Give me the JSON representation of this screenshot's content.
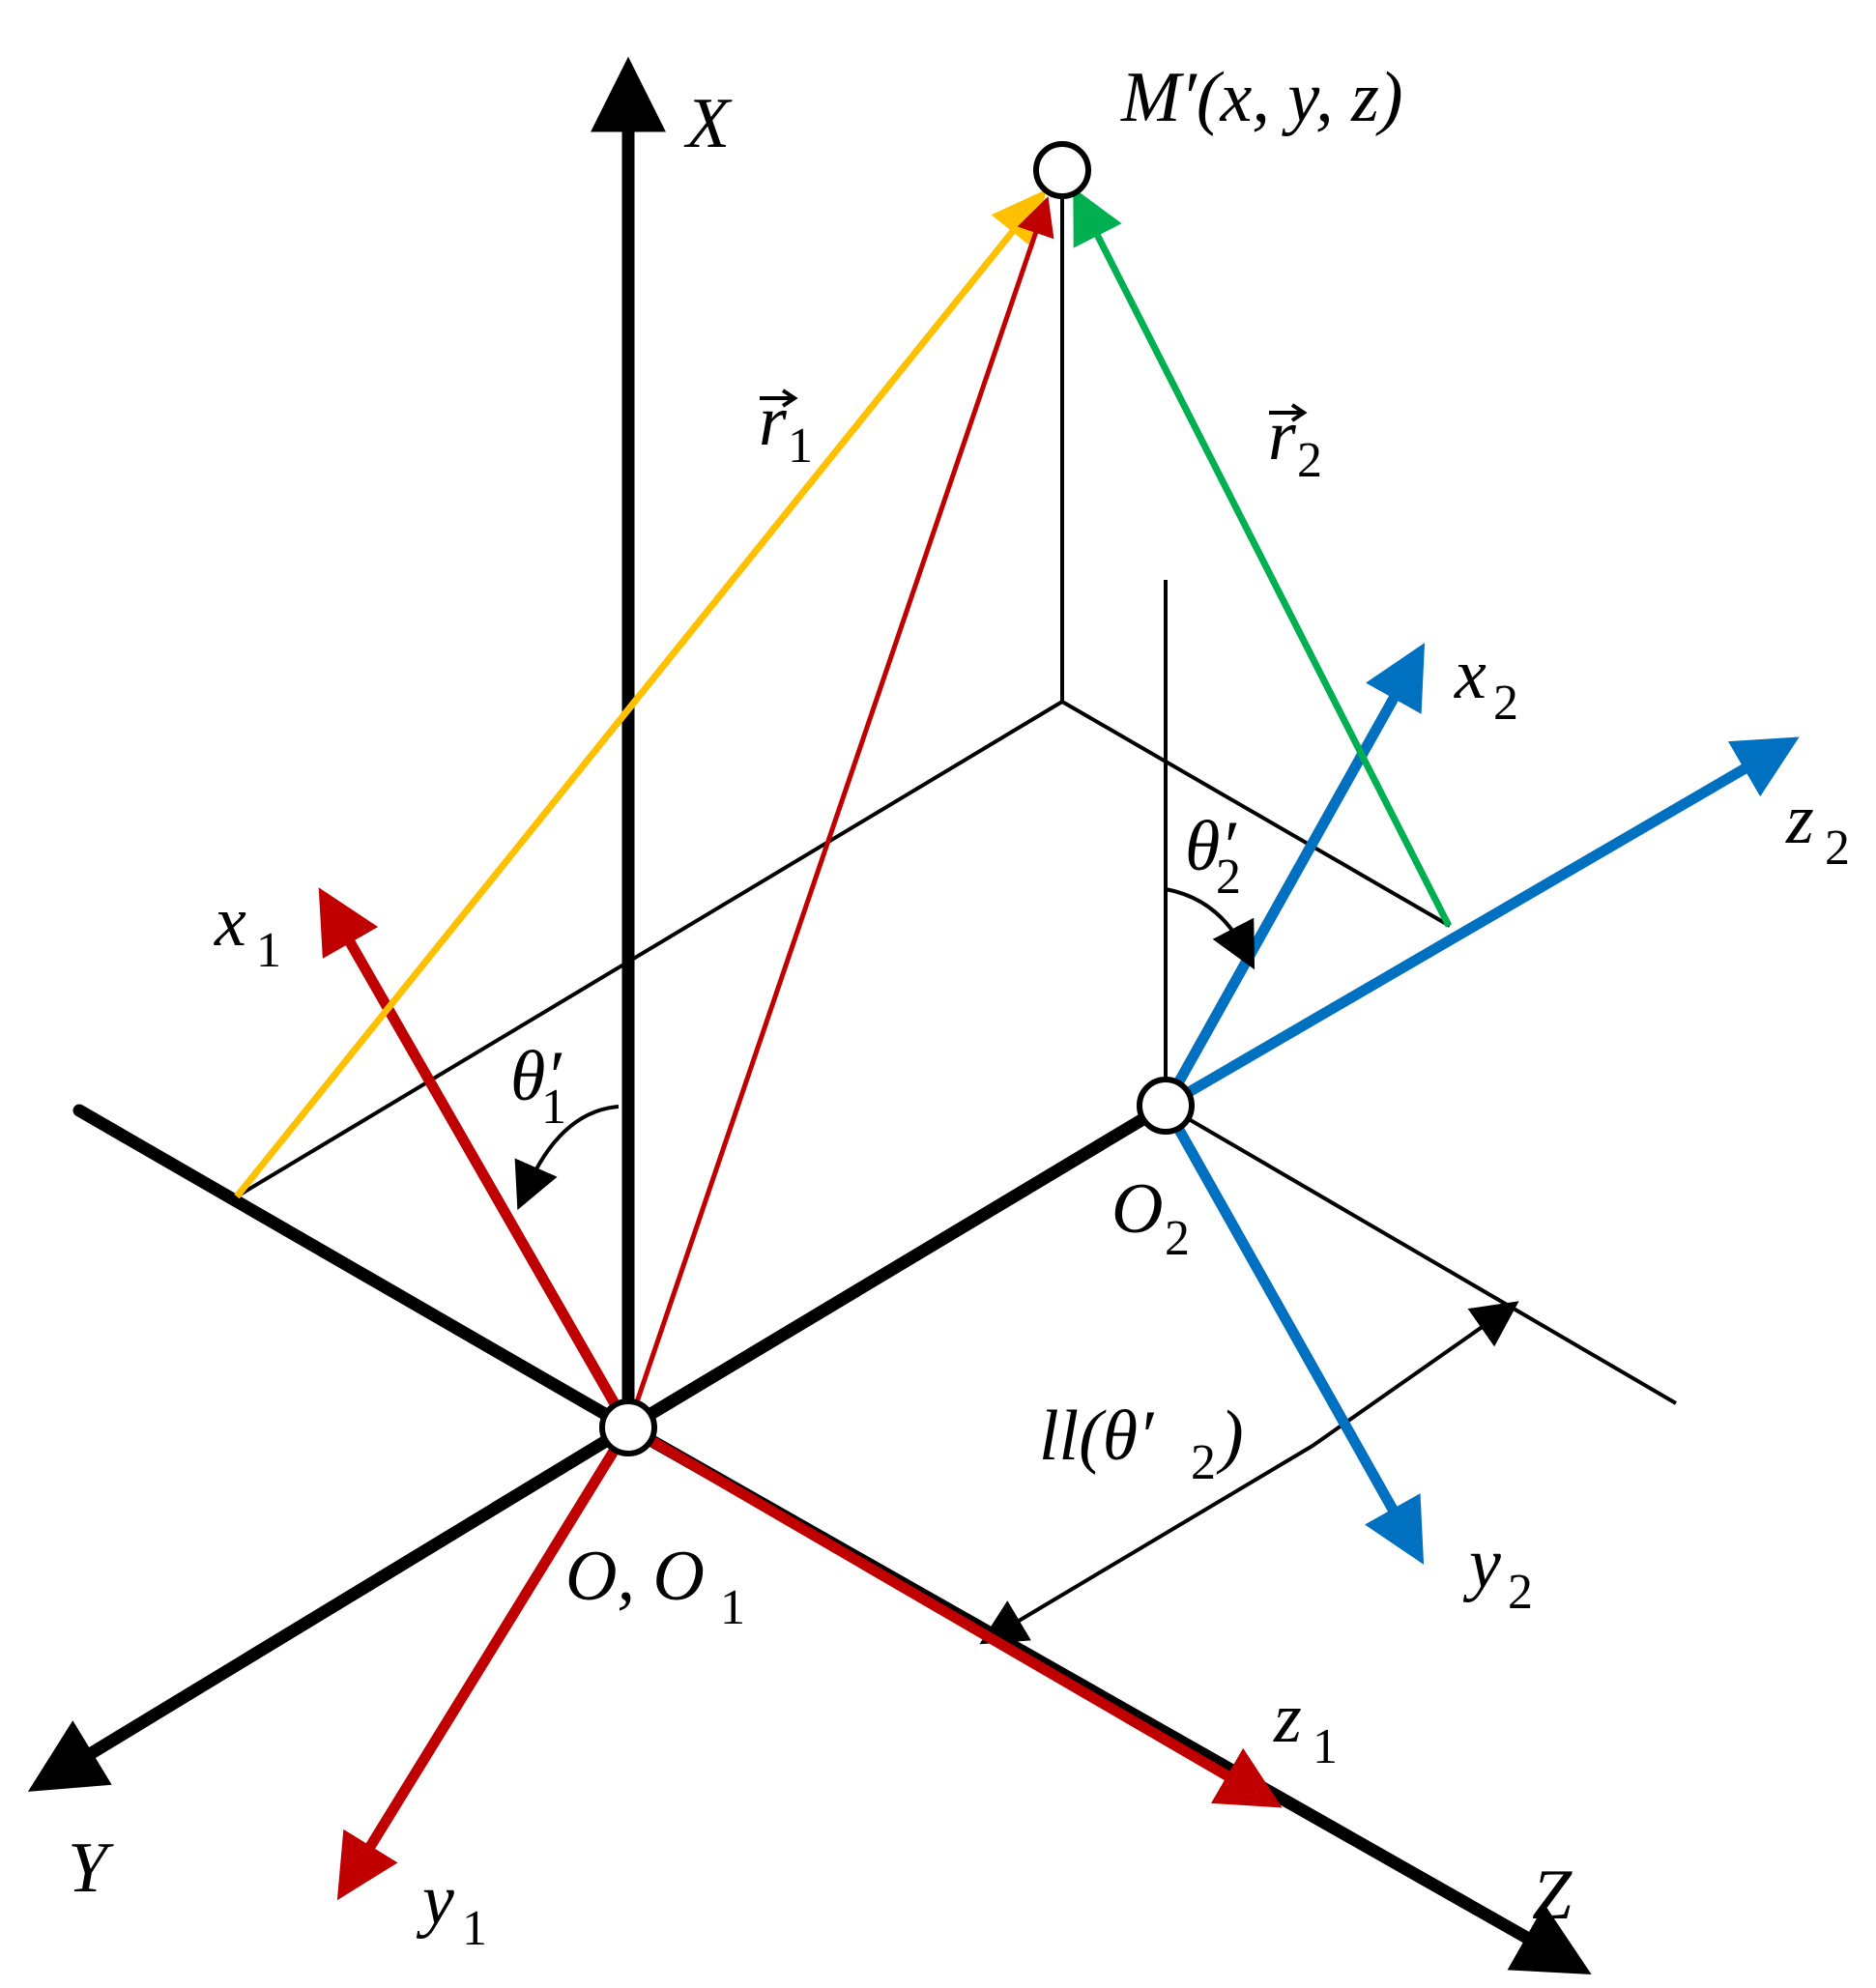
{
  "colors": {
    "axis": "#000000",
    "frame1": "#c00000",
    "frame2": "#0070c0",
    "r1": "#ffc000",
    "r2": "#00b050",
    "guide": "#000000",
    "point_fill": "#ffffff"
  },
  "labels": {
    "X": "X",
    "Y": "Y",
    "Z": "Z",
    "point_M": "M′(x, y, z)",
    "r1_vec": "r",
    "r1_sub": "1",
    "r2_vec": "r",
    "r2_sub": "2",
    "x1": "x",
    "x1_sub": "1",
    "y1": "y",
    "y1_sub": "1",
    "z1": "z",
    "z1_sub": "1",
    "x2": "x",
    "x2_sub": "2",
    "y2": "y",
    "y2_sub": "2",
    "z2": "z",
    "z2_sub": "2",
    "theta1": "θ′",
    "theta1_sub": "1",
    "theta2": "θ′",
    "theta2_sub": "2",
    "origin_O": "O, O",
    "origin_O_sub": "1",
    "origin_O2": "O",
    "origin_O2_sub": "2",
    "distance_ll_open": "ll(θ′",
    "distance_ll_sub": "2",
    "distance_ll_close": ")"
  }
}
